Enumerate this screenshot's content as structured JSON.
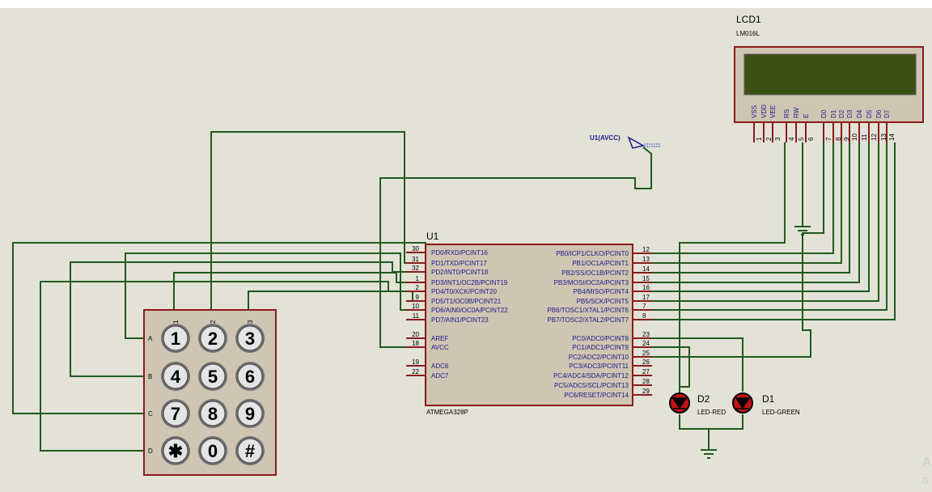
{
  "lcd": {
    "ref": "LCD1",
    "model": "LM016L",
    "pins": [
      {
        "name": "VSS",
        "num": "1"
      },
      {
        "name": "VDD",
        "num": "2"
      },
      {
        "name": "VEE",
        "num": "3"
      },
      {
        "name": "RS",
        "num": "4"
      },
      {
        "name": "RW",
        "num": "5"
      },
      {
        "name": "E",
        "num": "6"
      },
      {
        "name": "D0",
        "num": "7"
      },
      {
        "name": "D1",
        "num": "8"
      },
      {
        "name": "D2",
        "num": "9"
      },
      {
        "name": "D3",
        "num": "10"
      },
      {
        "name": "D4",
        "num": "11"
      },
      {
        "name": "D5",
        "num": "12"
      },
      {
        "name": "D6",
        "num": "13"
      },
      {
        "name": "D7",
        "num": "14"
      }
    ]
  },
  "mcu": {
    "ref": "U1",
    "model": "ATMEGA328P",
    "left_pins": [
      {
        "num": "30",
        "label": "PD0/RXD/PCINT16"
      },
      {
        "num": "31",
        "label": "PD1/TXD/PCINT17"
      },
      {
        "num": "32",
        "label": "PD2/INT0/PCINT18"
      },
      {
        "num": "1",
        "label": "PD3/INT1/OC2B/PCINT19"
      },
      {
        "num": "2",
        "label": "PD4/T0/XCK/PCINT20"
      },
      {
        "num": "9",
        "label": "PD5/T1/OC0B/PCINT21"
      },
      {
        "num": "10",
        "label": "PD6/AIN0/OC0A/PCINT22"
      },
      {
        "num": "11",
        "label": "PD7/AIN1/PCINT23"
      },
      {
        "num": "20",
        "label": "AREF"
      },
      {
        "num": "18",
        "label": "AVCC"
      },
      {
        "num": "19",
        "label": "ADC6"
      },
      {
        "num": "22",
        "label": "ADC7"
      }
    ],
    "right_pins": [
      {
        "num": "12",
        "label": "PB0/ICP1/CLKO/PCINT0"
      },
      {
        "num": "13",
        "label": "PB1/OC1A/PCINT1"
      },
      {
        "num": "14",
        "label": "PB2/SS/OC1B/PCINT2"
      },
      {
        "num": "15",
        "label": "PB3/MOSI/OC2A/PCINT3"
      },
      {
        "num": "16",
        "label": "PB4/MISO/PCINT4"
      },
      {
        "num": "17",
        "label": "PB5/SCK/PCINT5"
      },
      {
        "num": "7",
        "label": "PB6/TOSC1/XTAL1/PCINT6"
      },
      {
        "num": "8",
        "label": "PB7/TOSC2/XTAL2/PCINT7"
      },
      {
        "num": "23",
        "label": "PC0/ADC0/PCINT8"
      },
      {
        "num": "24",
        "label": "PC1/ADC1/PCINT9"
      },
      {
        "num": "25",
        "label": "PC2/ADC2/PCINT10"
      },
      {
        "num": "26",
        "label": "PC3/ADC3/PCINT11"
      },
      {
        "num": "27",
        "label": "PC4/ADC4/SDA/PCINT12"
      },
      {
        "num": "28",
        "label": "PC5/ADC5/SCL/PCINT13"
      },
      {
        "num": "29",
        "label": "PC6/RESET/PCINT14"
      }
    ]
  },
  "keypad": {
    "col_labels": [
      "1",
      "2",
      "3"
    ],
    "row_labels": [
      "A",
      "B",
      "C",
      "D"
    ],
    "keys": [
      "1",
      "2",
      "3",
      "4",
      "5",
      "6",
      "7",
      "8",
      "9",
      "✱",
      "0",
      "#"
    ]
  },
  "leds": [
    {
      "ref": "D2",
      "model": "LED-RED"
    },
    {
      "ref": "D1",
      "model": "LED-GREEN"
    }
  ],
  "power": {
    "label": "U1(AVCC)"
  },
  "watermark": {
    "line1": "A",
    "line2": "G"
  },
  "colors": {
    "background": "#e3e2d6",
    "component_fill": "#cfc5b3",
    "component_border": "#8b1a1a",
    "wire": "#1f5a1f",
    "lcd_screen": "#3d5013",
    "led_red": "#c0141a"
  }
}
